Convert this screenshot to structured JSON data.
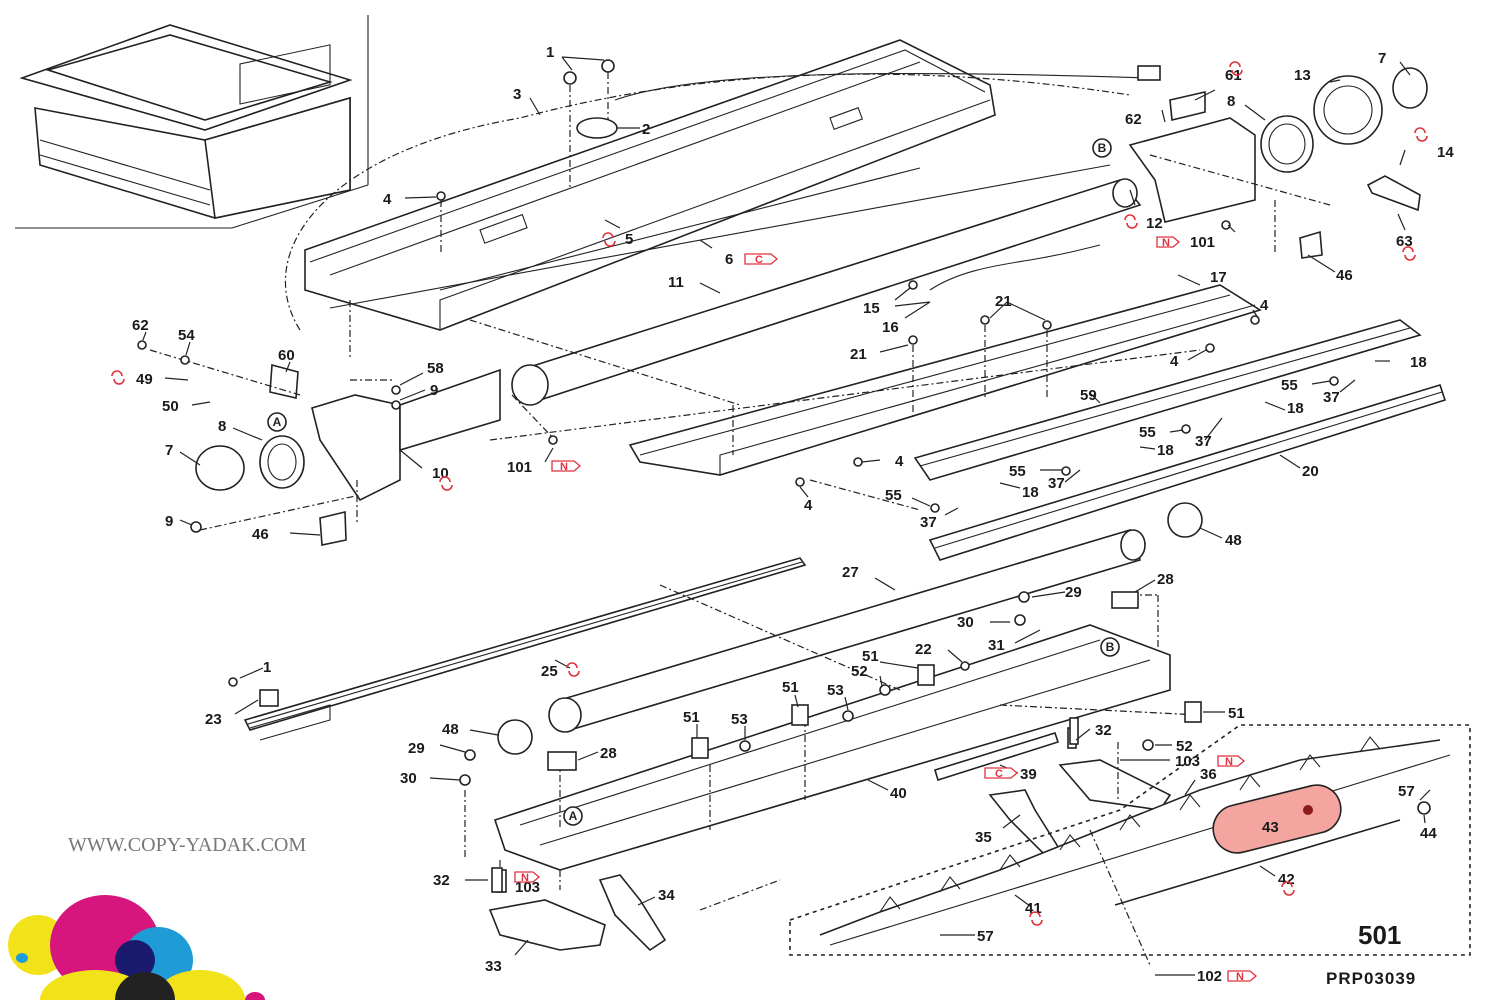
{
  "diagram": {
    "title": "Exploded parts diagram – paper feed / transfer section",
    "group_number": "501",
    "reference_code": "PRP03039",
    "watermark": "WWW.COPY-YADAK.COM",
    "colors": {
      "line": "#222222",
      "badge_red": "#e0323c",
      "highlight_fill": "#f4a5a0",
      "logo_yellow": "#f2e21a",
      "logo_magenta": "#d6157d",
      "logo_cyan": "#1f9bd6",
      "logo_navy": "#1a1a6e",
      "logo_black": "#222222"
    },
    "badges": {
      "cycle": "↻",
      "N": "N",
      "C": "C"
    },
    "circled_refs": [
      "A",
      "B"
    ],
    "highlighted_part": "43",
    "labels": {
      "p1a": "1",
      "p2": "2",
      "p3": "3",
      "p4a": "4",
      "p5": "5",
      "p6": "6",
      "p7a": "7",
      "p8a": "8",
      "p13": "13",
      "p61": "61",
      "p62a": "62",
      "p12": "12",
      "p101a": "101",
      "p14": "14",
      "p63": "63",
      "p46a": "46",
      "p11": "11",
      "p17": "17",
      "p15": "15",
      "p16": "16",
      "p21a": "21",
      "p21b": "21",
      "p4b": "4",
      "p4c": "4",
      "p18a": "18",
      "p55a": "55",
      "p37a": "37",
      "p59": "59",
      "p18b": "18",
      "p55b": "55",
      "p37b": "37",
      "p18c": "18",
      "p20": "20",
      "p55c": "55",
      "p37c": "37",
      "p18d": "18",
      "p55d": "55",
      "p37d": "37",
      "p4d": "4",
      "p4e": "4",
      "p62b": "62",
      "p54": "54",
      "p60": "60",
      "p49": "49",
      "p50": "50",
      "p58": "58",
      "p9a": "9",
      "p8b": "8",
      "p7b": "7",
      "p10": "10",
      "p101b": "101",
      "p9b": "9",
      "p46b": "46",
      "p48a": "48",
      "p27": "27",
      "p28a": "28",
      "p29a": "29",
      "p30a": "30",
      "p31": "31",
      "p25": "25",
      "p1b": "1",
      "p23": "23",
      "p22": "22",
      "p51a": "51",
      "p52a": "52",
      "p51b": "51",
      "p53a": "53",
      "p51c": "51",
      "p53b": "53",
      "p51d": "51",
      "p48b": "48",
      "p28b": "28",
      "p29b": "29",
      "p30b": "30",
      "p32a": "32",
      "p52b": "52",
      "p103a": "103",
      "p36": "36",
      "p39": "39",
      "p40": "40",
      "p35": "35",
      "p57a": "57",
      "p43": "43",
      "p44": "44",
      "p42": "42",
      "p41": "41",
      "p57b": "57",
      "p32b": "32",
      "p103b": "103",
      "p34": "34",
      "p33": "33",
      "p102": "102"
    }
  }
}
